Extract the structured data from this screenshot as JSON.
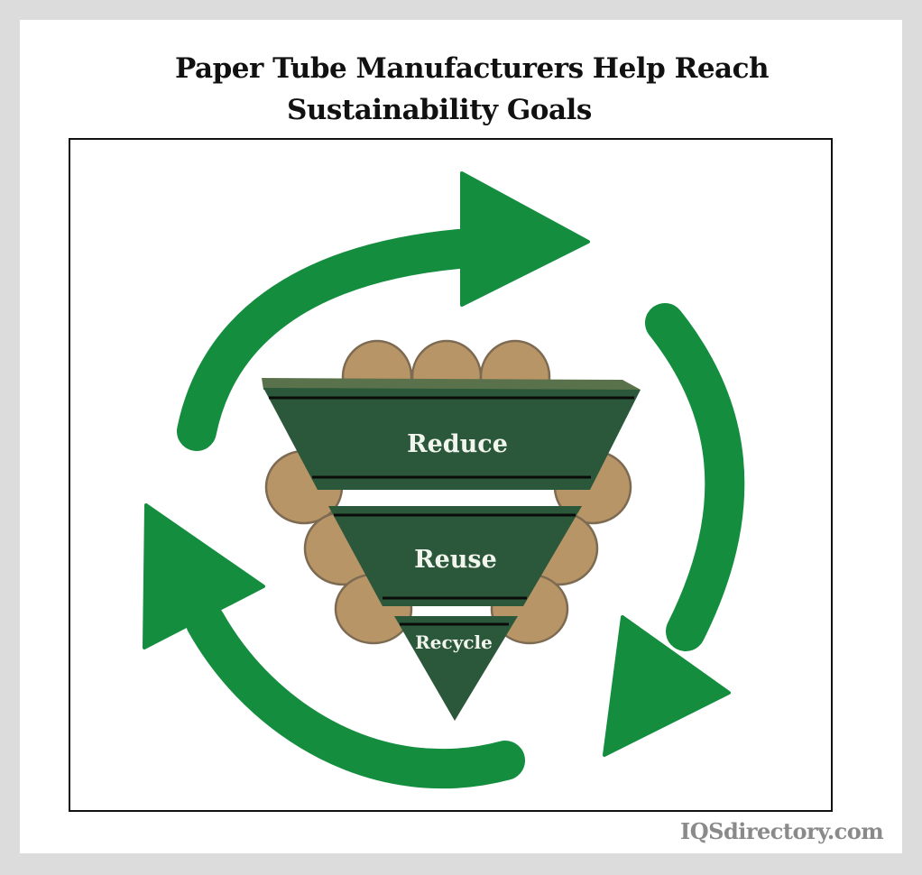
{
  "title": {
    "line1": "Paper Tube Manufacturers Help Reach",
    "line2": "Sustainability Goals"
  },
  "diagram": {
    "tiers": [
      {
        "label": "Reduce"
      },
      {
        "label": "Reuse"
      },
      {
        "label": "Recycle"
      }
    ],
    "arrows": [
      {
        "name": "top-arrow",
        "direction": "clockwise"
      },
      {
        "name": "right-arrow",
        "direction": "clockwise"
      },
      {
        "name": "left-arrow",
        "direction": "clockwise"
      }
    ],
    "colors": {
      "arrow_green": "#148d3f",
      "tier_green": "#2b573a",
      "tier_rim": "#5a724b",
      "tube_tan": "#b89566",
      "tube_outline": "#7d6a52",
      "stripe": "#0b0b0b",
      "label_text": "#f1f5ee"
    }
  },
  "watermark": "IQSdirectory.com"
}
